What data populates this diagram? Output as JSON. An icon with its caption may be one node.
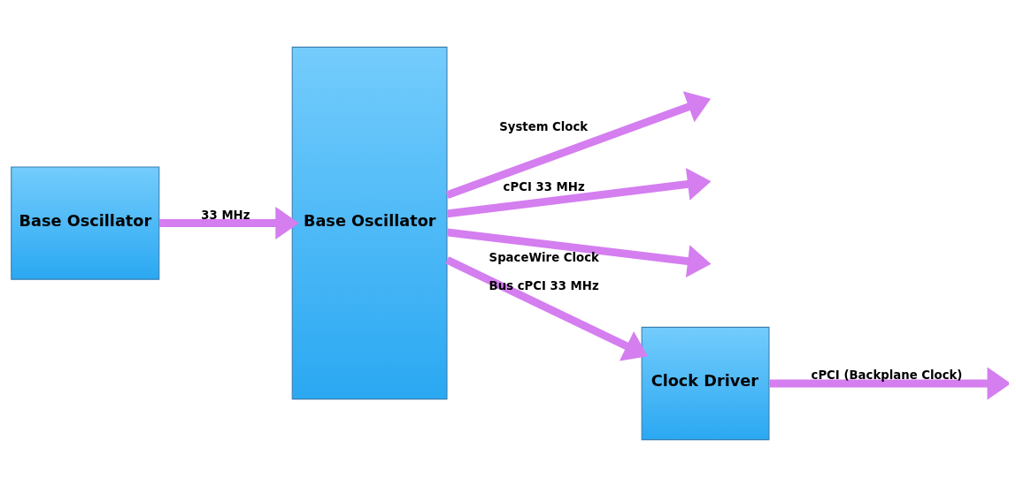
{
  "diagram": {
    "nodes": [
      {
        "text": [
          "Base Oscillator"
        ]
      },
      {
        "text": [
          "Base Oscillator"
        ]
      },
      {
        "text": [
          "Clock Driver"
        ]
      }
    ],
    "edges": [
      {
        "from": 0,
        "to": 1,
        "arrow": "to",
        "label": "33 MHz"
      },
      {
        "from": 1,
        "to": null,
        "arrow": "to",
        "label": "System Clock"
      },
      {
        "from": 1,
        "to": null,
        "arrow": "to",
        "label": "cPCI 33 MHz"
      },
      {
        "from": 1,
        "to": null,
        "arrow": "to",
        "label": "SpaceWire Clock"
      },
      {
        "from": 1,
        "to": 2,
        "arrow": "to",
        "label": "Bus cPCI 33 MHz"
      },
      {
        "from": 2,
        "to": null,
        "arrow": "to",
        "label": "cPCI (Backplane Clock)"
      }
    ]
  }
}
